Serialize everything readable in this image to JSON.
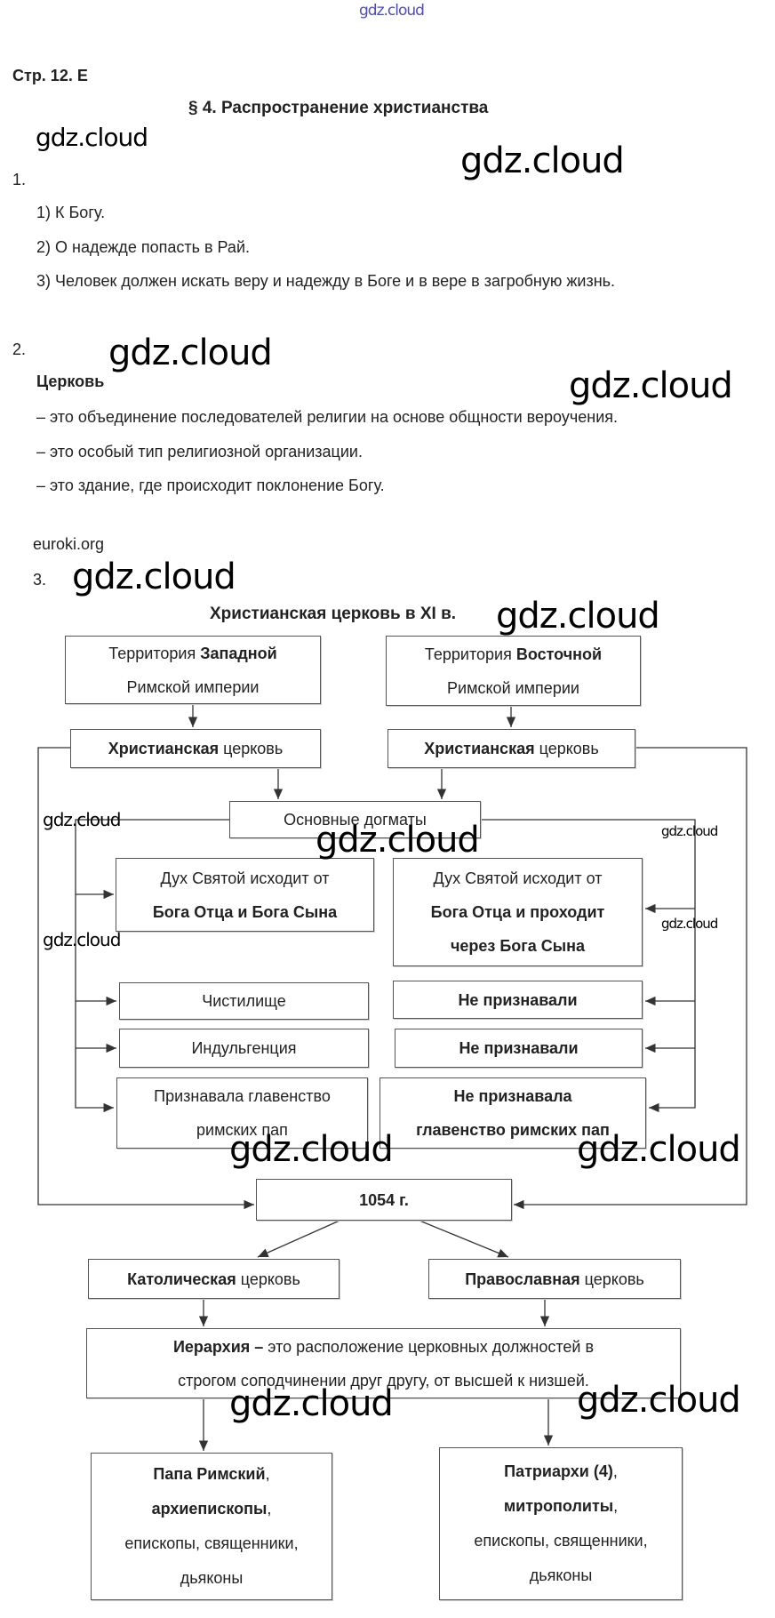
{
  "watermarks": {
    "top": "gdz.cloud",
    "main": "gdz.cloud",
    "small": "gdz.cloud",
    "source": "euroki.org"
  },
  "colors": {
    "top_watermark": "#4a4ad0",
    "text": "#222222",
    "border": "#555555"
  },
  "header": {
    "page": "Стр. 12. Е",
    "title": "§ 4. Распространение христианства"
  },
  "q1": {
    "num": "1.",
    "items": [
      "1) К Богу.",
      "2) О надежде попасть в Рай.",
      "3) Человек должен искать веру и надежду в Боге и в вере в загробную жизнь."
    ]
  },
  "q2": {
    "num": "2.",
    "term": "Церковь",
    "items": [
      "– это объединение последователей религии на основе общности вероучения.",
      "– это особый тип религиозной организации.",
      "– это здание, где происходит поклонение Богу."
    ]
  },
  "q3": {
    "num": "3.",
    "title": "Христианская церковь в XI в."
  },
  "diagram": {
    "west": {
      "a": "Территория ",
      "b": "Западной",
      "c": "Римской империи"
    },
    "east": {
      "a": "Территория ",
      "b": "Восточной",
      "c": "Римской империи"
    },
    "church_left": {
      "b": "Христианская",
      "a": " церковь"
    },
    "church_right": {
      "b": "Христианская",
      "a": " церковь"
    },
    "dogmas": "Основные догматы",
    "spirit_left": {
      "a": "Дух Святой исходит от",
      "b": "Бога Отца и Бога Сына"
    },
    "spirit_right": {
      "a": "Дух Святой исходит от",
      "b1": "Бога Отца и проходит",
      "b2": "через Бога Сына"
    },
    "purgatory_left": "Чистилище",
    "purgatory_right": "Не признавали",
    "indulgence_left": "Индульгенция",
    "indulgence_right": "Не признавали",
    "pope_left": {
      "a": "Признавала главенство",
      "c": "римских пап"
    },
    "pope_right": {
      "b1": "Не признавала",
      "b2": "главенство римских пап"
    },
    "year": "1054 г.",
    "catholic": {
      "b": "Католическая",
      "a": " церковь"
    },
    "orthodox": {
      "b": "Православная",
      "a": " церковь"
    },
    "hierarchy": {
      "b": "Иерархия –",
      "a": " это расположение церковных должностей в",
      "c": "строгом соподчинении друг другу, от высшей к низшей."
    },
    "cat_ranks": {
      "b1": "Папа Римский",
      ",": ",",
      "b2": "архиепископы",
      "c1": "епископы, священники,",
      "c2": "дьяконы"
    },
    "orth_ranks": {
      "b1": "Патриархи (4)",
      ",": ",",
      "b2": "митрополиты",
      "c1": "епископы, священники,",
      "c2": "дьяконы"
    }
  }
}
